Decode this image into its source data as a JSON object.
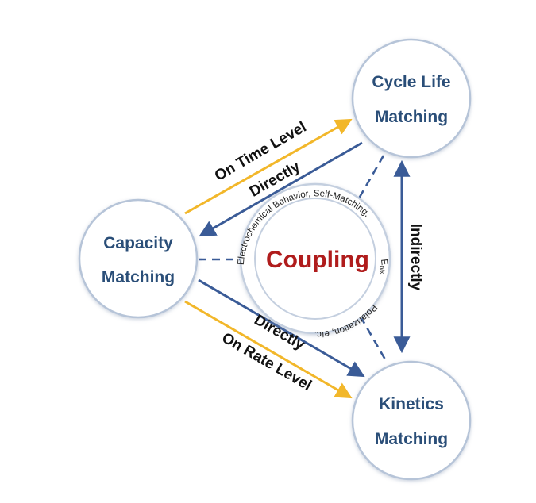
{
  "nodes": {
    "cycle_life": {
      "line1": "Cycle Life",
      "line2": "Matching"
    },
    "capacity": {
      "line1": "Capacity",
      "line2": "Matching"
    },
    "kinetics": {
      "line1": "Kinetics",
      "line2": "Matching"
    }
  },
  "center": {
    "label": "Coupling",
    "ring_text_top": "Electrochemical Behavior, Self-Matching,",
    "ring_text_side_main": "E",
    "ring_text_side_sub": "0/x",
    "ring_text_bottom": "Polarization, etc."
  },
  "edges": {
    "on_time_level": "On Time Level",
    "directly_upper": "Directly",
    "directly_lower": "Directly",
    "on_rate_level": "On Rate Level",
    "indirectly": "Indirectly"
  },
  "colors": {
    "navy": "#3a5b97",
    "gold": "#f2b72a",
    "node_text": "#2a4e78",
    "center_text": "#b01c1c",
    "circle_stroke": "#b6c4d8"
  }
}
